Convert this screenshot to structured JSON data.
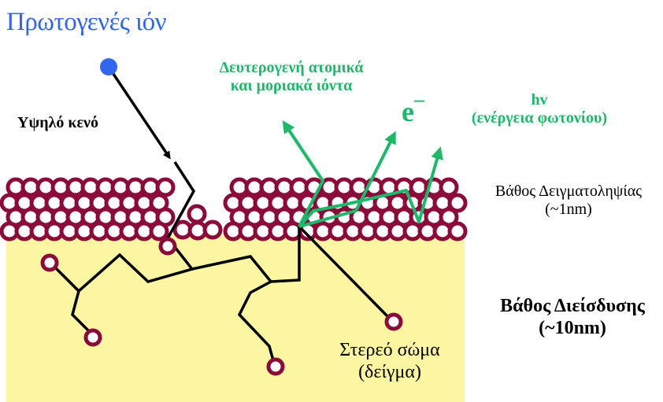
{
  "title": "Πρωτογενές ιόν",
  "vacuum_label": "Υψηλό κενό",
  "secondary_ions_label": {
    "line1": "Δευτερογενή ατομικά",
    "line2": "και μοριακά ιόντα"
  },
  "electron_label": {
    "symbol": "e",
    "charge": "–"
  },
  "photon_label": {
    "line1": "hv",
    "line2": "(ενέργεια φωτονίου)"
  },
  "sampling_depth_label": {
    "line1": "Βάθος Δειγματοληψίας",
    "line2": "(~1nm)"
  },
  "penetration_depth_label": {
    "line1": "Βάθος Διείσδυσης",
    "line2": "(~10nm)"
  },
  "solid_label": {
    "line1": "Στερεό σώμα",
    "line2": "(δείγμα)"
  },
  "colors": {
    "title": "#3366ee",
    "primary_ion": "#3366ee",
    "emission": "#1db86a",
    "atom": "#8b0a3a",
    "solid": "#fcf6a3",
    "track": "#000000"
  }
}
